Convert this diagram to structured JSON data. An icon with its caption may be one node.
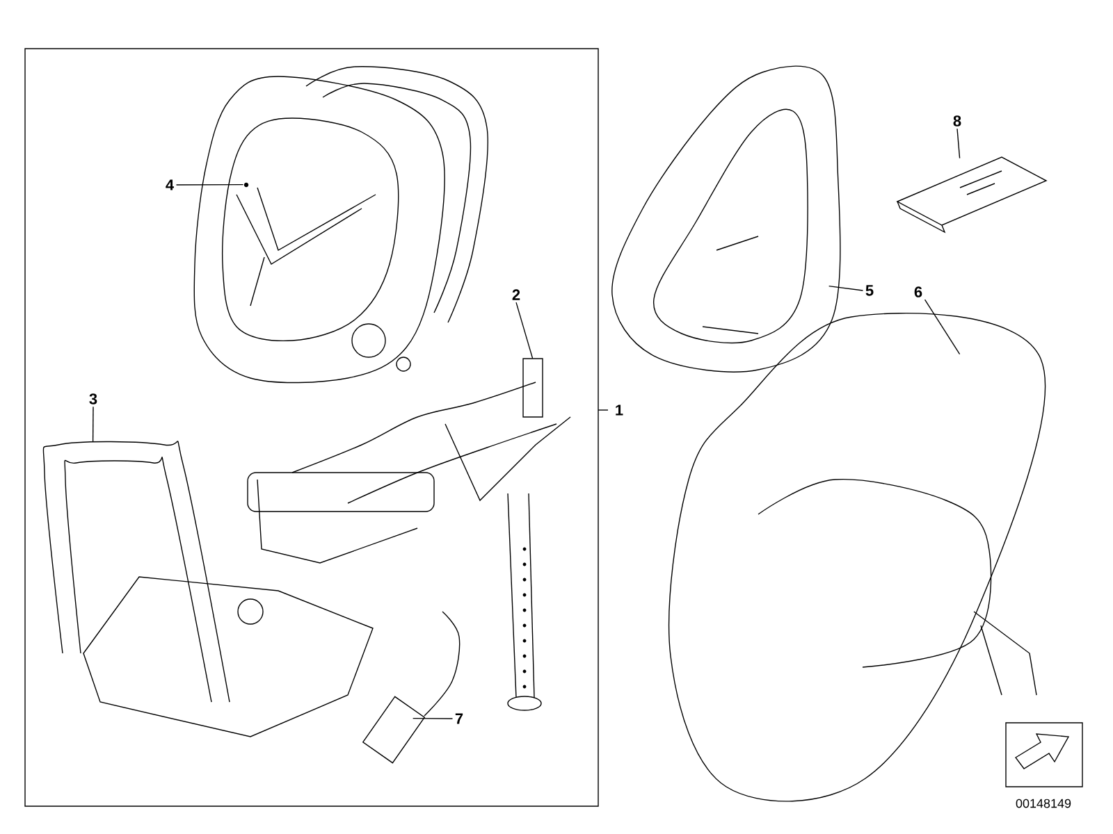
{
  "diagram": {
    "nodes": [
      {
        "text": [
          "4"
        ]
      },
      {
        "text": [],
        "shape": "picture"
      },
      {
        "text": [
          "2"
        ]
      },
      {
        "text": [],
        "shape": "picture"
      },
      {
        "text": [
          "3"
        ]
      },
      {
        "text": [],
        "shape": "picture"
      },
      {
        "text": [
          "7"
        ]
      },
      {
        "text": [],
        "shape": "picture"
      },
      {
        "text": [
          "5"
        ]
      },
      {
        "text": [],
        "shape": "picture"
      },
      {
        "text": [
          "6"
        ]
      },
      {
        "text": [],
        "shape": "picture"
      },
      {
        "text": [
          "8"
        ]
      },
      {
        "text": [],
        "shape": "picture"
      }
    ],
    "edges": [
      {
        "from": 0,
        "to": 1,
        "arrow": "none"
      },
      {
        "from": 2,
        "to": 3,
        "arrow": "none"
      },
      {
        "from": 4,
        "to": 5,
        "arrow": "none"
      },
      {
        "from": 6,
        "to": 7,
        "arrow": "none"
      },
      {
        "from": 8,
        "to": 9,
        "arrow": "none"
      },
      {
        "from": 10,
        "to": 11,
        "arrow": "none"
      },
      {
        "from": 12,
        "to": 13,
        "arrow": "none"
      }
    ],
    "labels": [
      "1",
      "00148149"
    ]
  }
}
